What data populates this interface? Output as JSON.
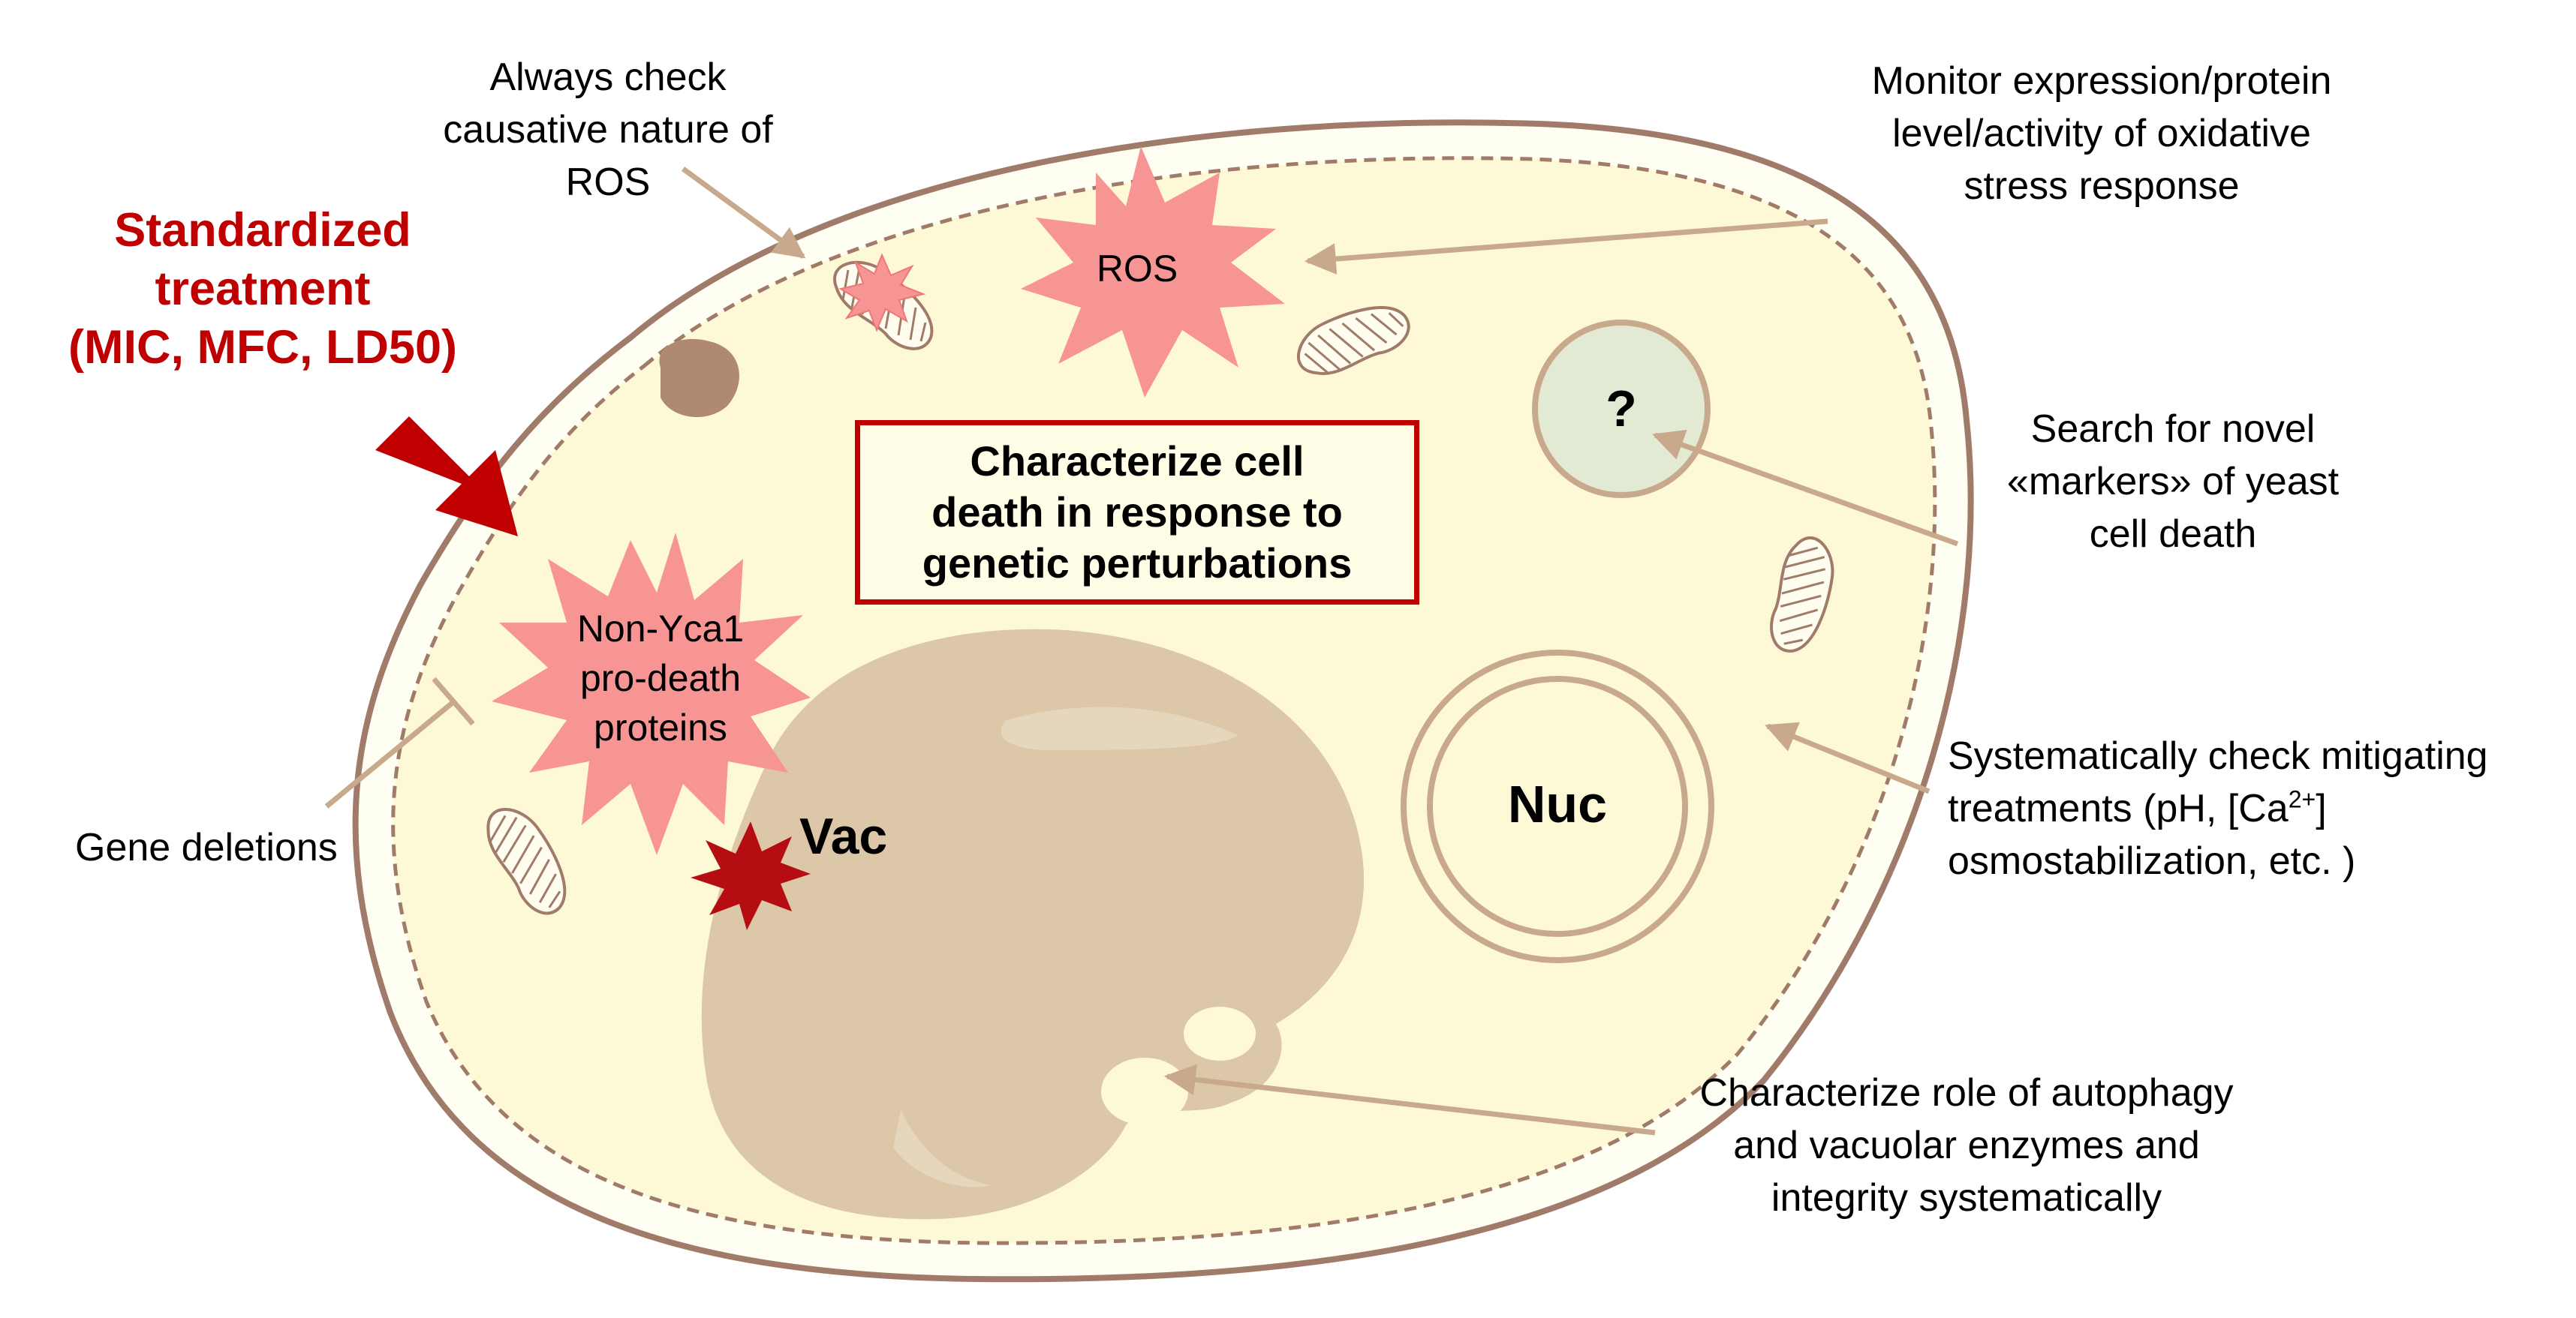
{
  "treatment": {
    "lines": [
      "Standardized",
      "treatment",
      "(MIC, MFC, LD50)"
    ],
    "color": "#c00000"
  },
  "central_box": {
    "lines": [
      "Characterize cell",
      "death in response to",
      "genetic perturbations"
    ],
    "border_color": "#c00000"
  },
  "organelles": {
    "ros": "ROS",
    "pro_death": [
      "Non-Yca1",
      "pro-death",
      "proteins"
    ],
    "vacuole": "Vac",
    "nucleus": "Nuc",
    "unknown_marker": "?"
  },
  "annotations": {
    "ros_causative": [
      "Always check",
      "causative nature of",
      "ROS"
    ],
    "oxidative": [
      "Monitor expression/protein",
      "level/activity of oxidative",
      "stress response"
    ],
    "markers": [
      "Search for novel",
      "«markers» of yeast",
      "cell death"
    ],
    "mitigating": {
      "line1": "Systematically check mitigating",
      "line2_pre": "treatments (pH, [Ca",
      "line2_sup": "2+",
      "line2_post": "]",
      "line3": "osmostabilization, etc. )"
    },
    "autophagy": [
      "Characterize role of autophagy",
      "and vacuolar enzymes and",
      "integrity systematically"
    ],
    "gene_deletions": "Gene deletions"
  },
  "colors": {
    "cytoplasm": "#fdf9d6",
    "cell_wall": "#a07b6a",
    "vacuole": "#dcc8a9",
    "star_fill": "#f79494",
    "dark_star": "#b50d12",
    "arrow_line": "#c9a98b",
    "marker_fill": "#e2ead4"
  }
}
